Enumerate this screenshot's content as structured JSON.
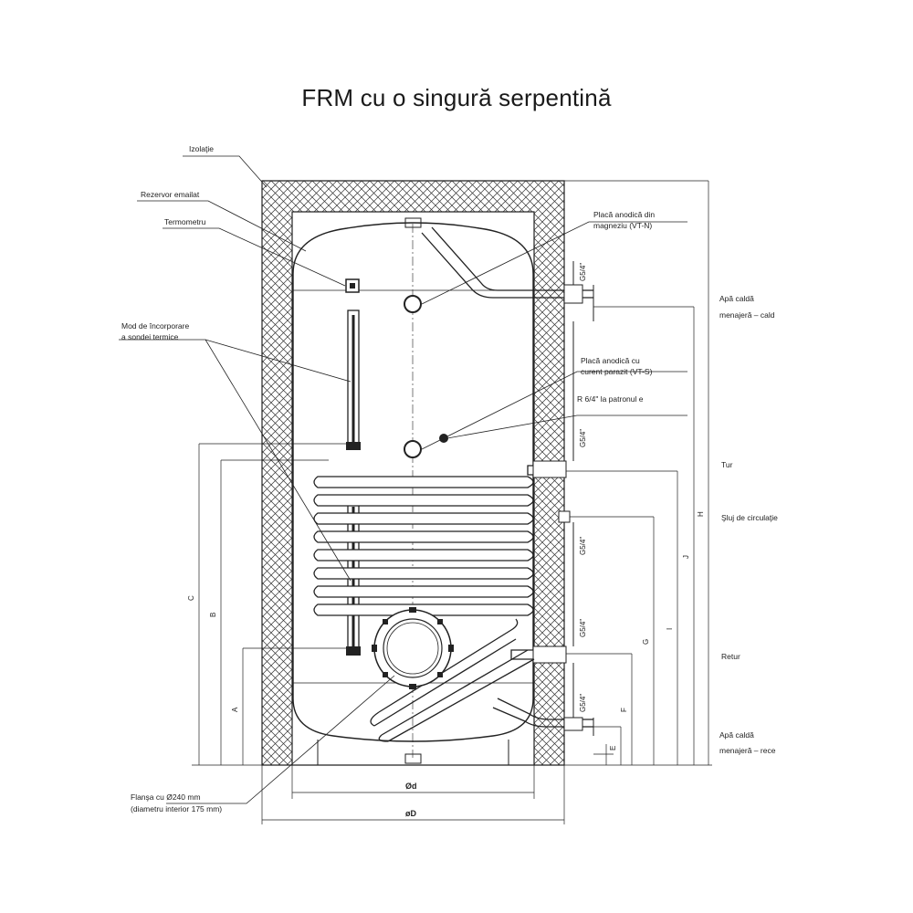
{
  "title": "FRM cu o singură serpentină",
  "labels": {
    "izolatie": "Izolaţie",
    "rezervor": "Rezervor emailat",
    "termometru": "Termometru",
    "mod_line1": "Mod de încorporare",
    "mod_line2": "a sondei termice",
    "flansa_line1": "Flanşa cu Ø240 mm",
    "flansa_line2": "(diametru interior 175 mm)",
    "anod_mg_line1": "Placă anodică din",
    "anod_mg_line2": "magneziu (VT-N)",
    "anod_cur_line1": "Placă anodică cu",
    "anod_cur_line2": "curent parazit (VT-S)",
    "r64": "R 6/4\" la patronul e",
    "apa_calda_line1": "Apă caldă",
    "apa_calda_line2": "menajeră – cald",
    "tur": "Tur",
    "sluj": "Şluj de circulaţie",
    "retur": "Retur",
    "apa_rece_line1": "Apă caldă",
    "apa_rece_line2": "menajeră – rece"
  },
  "dimensions": {
    "d_small": "Ød",
    "d_big": "øD",
    "A": "A",
    "B": "B",
    "C": "C",
    "E": "E",
    "F": "F",
    "G": "G",
    "I": "I",
    "J": "J",
    "H": "H",
    "conn": "G5/4\""
  },
  "colors": {
    "line": "#222222",
    "background": "#ffffff"
  }
}
